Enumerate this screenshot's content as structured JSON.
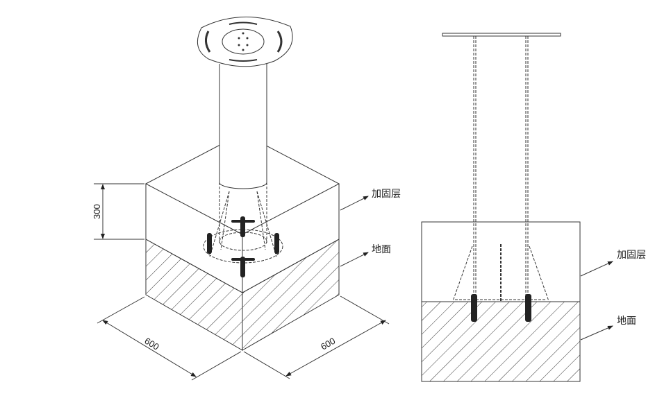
{
  "iso_view": {
    "dim_height": "300",
    "dim_width_left": "600",
    "dim_width_right": "600",
    "label_reinforced_layer": "加固层",
    "label_ground": "地面"
  },
  "side_view": {
    "label_reinforced_layer": "加固层",
    "label_ground": "地面"
  },
  "colors": {
    "line": "#333333",
    "fill": "#ffffff"
  }
}
